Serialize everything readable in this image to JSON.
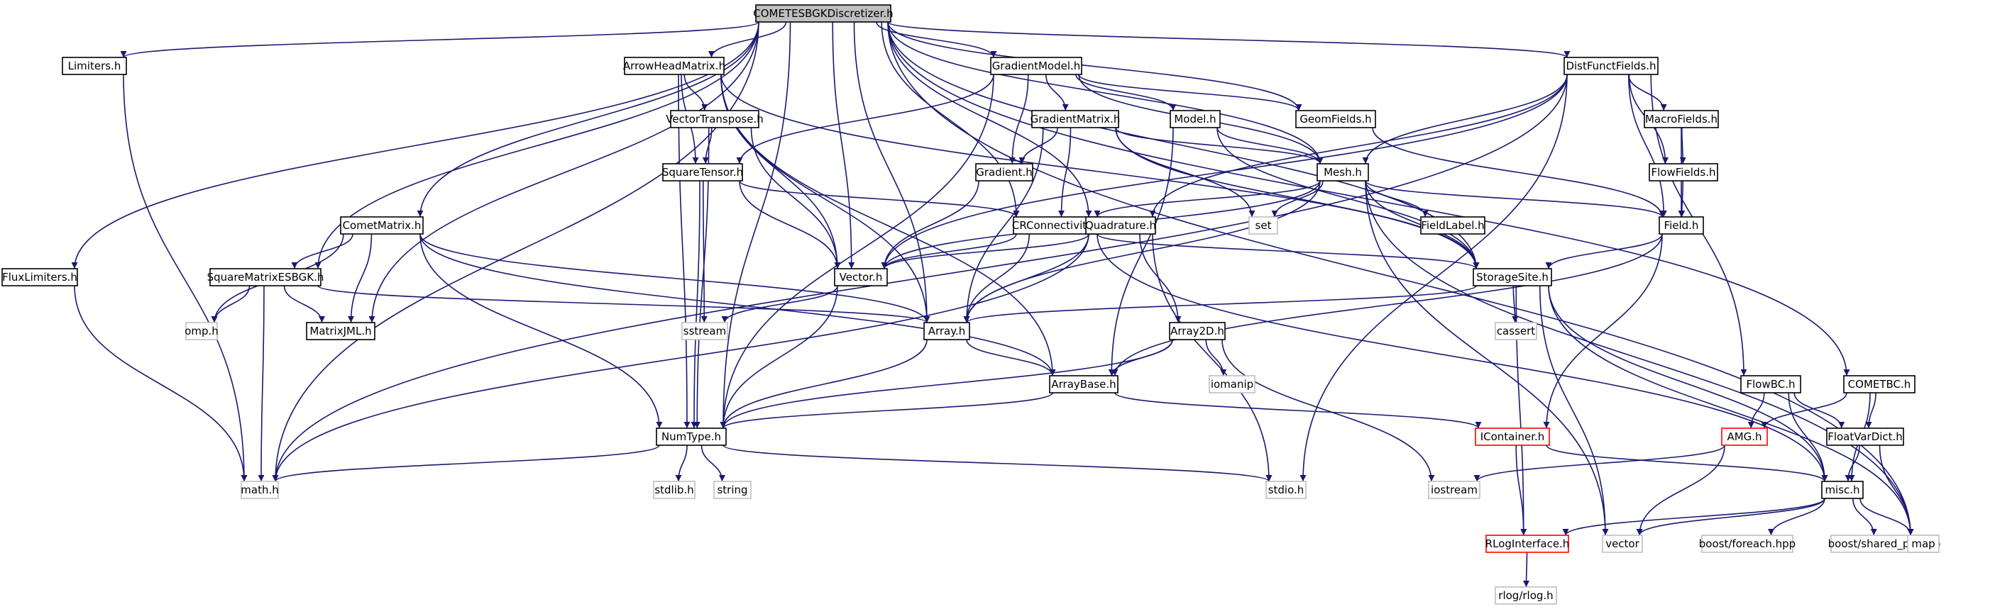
{
  "colors": {
    "edge": "#191970",
    "box_border": "#000000",
    "missing_border": "#bfbfbf",
    "red_border": "#ff0000",
    "root_fill": "#bfbfbf",
    "missing_text": "#000000"
  },
  "root_id": "root",
  "nodes": [
    {
      "id": "root",
      "label": "COMETESBGKDiscretizer.h",
      "style": "root"
    },
    {
      "id": "limiters",
      "label": "Limiters.h",
      "style": "normal"
    },
    {
      "id": "fluxlimiters",
      "label": "FluxLimiters.h",
      "style": "normal"
    },
    {
      "id": "arrowhead",
      "label": "ArrowHeadMatrix.h",
      "style": "normal"
    },
    {
      "id": "gradmodel",
      "label": "GradientModel.h",
      "style": "normal"
    },
    {
      "id": "distfunct",
      "label": "DistFunctFields.h",
      "style": "normal"
    },
    {
      "id": "vectranspose",
      "label": "VectorTranspose.h",
      "style": "normal"
    },
    {
      "id": "gradmatrix",
      "label": "GradientMatrix.h",
      "style": "normal"
    },
    {
      "id": "model",
      "label": "Model.h",
      "style": "normal"
    },
    {
      "id": "geomfields",
      "label": "GeomFields.h",
      "style": "normal"
    },
    {
      "id": "macrofields",
      "label": "MacroFields.h",
      "style": "normal"
    },
    {
      "id": "squaretensor",
      "label": "SquareTensor.h",
      "style": "normal"
    },
    {
      "id": "gradient",
      "label": "Gradient.h",
      "style": "normal"
    },
    {
      "id": "mesh",
      "label": "Mesh.h",
      "style": "normal"
    },
    {
      "id": "flowfields",
      "label": "FlowFields.h",
      "style": "normal"
    },
    {
      "id": "cometmatrix",
      "label": "CometMatrix.h",
      "style": "normal"
    },
    {
      "id": "crconn",
      "label": "CRConnectivity.h",
      "style": "normal"
    },
    {
      "id": "quadrature",
      "label": "Quadrature.h",
      "style": "normal"
    },
    {
      "id": "set",
      "label": "set",
      "style": "missing"
    },
    {
      "id": "fieldlabel",
      "label": "FieldLabel.h",
      "style": "normal"
    },
    {
      "id": "field",
      "label": "Field.h",
      "style": "normal"
    },
    {
      "id": "sqmatrix",
      "label": "SquareMatrixESBGK.h",
      "style": "normal"
    },
    {
      "id": "vector_h",
      "label": "Vector.h",
      "style": "normal"
    },
    {
      "id": "storagesite",
      "label": "StorageSite.h",
      "style": "normal"
    },
    {
      "id": "omp",
      "label": "omp.h",
      "style": "missing"
    },
    {
      "id": "matrixjml",
      "label": "MatrixJML.h",
      "style": "normal"
    },
    {
      "id": "sstream",
      "label": "sstream",
      "style": "missing"
    },
    {
      "id": "array",
      "label": "Array.h",
      "style": "normal"
    },
    {
      "id": "array2d",
      "label": "Array2D.h",
      "style": "normal"
    },
    {
      "id": "cassert",
      "label": "cassert",
      "style": "missing"
    },
    {
      "id": "iomanip",
      "label": "iomanip",
      "style": "missing"
    },
    {
      "id": "arraybase",
      "label": "ArrayBase.h",
      "style": "normal"
    },
    {
      "id": "flowbc",
      "label": "FlowBC.h",
      "style": "normal"
    },
    {
      "id": "cometbc",
      "label": "COMETBC.h",
      "style": "normal"
    },
    {
      "id": "numtype",
      "label": "NumType.h",
      "style": "normal"
    },
    {
      "id": "icontainer",
      "label": "IContainer.h",
      "style": "red"
    },
    {
      "id": "amg",
      "label": "AMG.h",
      "style": "red"
    },
    {
      "id": "floatvardict",
      "label": "FloatVarDict.h",
      "style": "normal"
    },
    {
      "id": "mathh",
      "label": "math.h",
      "style": "missing"
    },
    {
      "id": "stdlib",
      "label": "stdlib.h",
      "style": "missing"
    },
    {
      "id": "string",
      "label": "string",
      "style": "missing"
    },
    {
      "id": "stdio",
      "label": "stdio.h",
      "style": "missing"
    },
    {
      "id": "iostream",
      "label": "iostream",
      "style": "missing"
    },
    {
      "id": "misc",
      "label": "misc.h",
      "style": "normal"
    },
    {
      "id": "rloginterface",
      "label": "RLogInterface.h",
      "style": "red"
    },
    {
      "id": "vectorstd",
      "label": "vector",
      "style": "missing"
    },
    {
      "id": "foreach",
      "label": "boost/foreach.hpp",
      "style": "missing"
    },
    {
      "id": "sharedptr",
      "label": "boost/shared_ptr.hpp",
      "style": "missing"
    },
    {
      "id": "map",
      "label": "map",
      "style": "missing"
    },
    {
      "id": "rlog",
      "label": "rlog/rlog.h",
      "style": "missing"
    }
  ],
  "edges": [
    [
      "root",
      "limiters"
    ],
    [
      "root",
      "fluxlimiters"
    ],
    [
      "root",
      "arrowhead"
    ],
    [
      "root",
      "gradmodel"
    ],
    [
      "root",
      "distfunct"
    ],
    [
      "root",
      "geomfields"
    ],
    [
      "root",
      "cometmatrix"
    ],
    [
      "root",
      "sqmatrix"
    ],
    [
      "root",
      "matrixjml"
    ],
    [
      "root",
      "vector_h"
    ],
    [
      "root",
      "array"
    ],
    [
      "root",
      "numtype"
    ],
    [
      "root",
      "mathh"
    ],
    [
      "root",
      "crconn"
    ],
    [
      "root",
      "quadrature"
    ],
    [
      "root",
      "storagesite"
    ],
    [
      "root",
      "cometbc"
    ],
    [
      "root",
      "map"
    ],
    [
      "root",
      "mesh"
    ],
    [
      "limiters",
      "mathh"
    ],
    [
      "fluxlimiters",
      "mathh"
    ],
    [
      "arrowhead",
      "vectranspose"
    ],
    [
      "arrowhead",
      "squaretensor"
    ],
    [
      "arrowhead",
      "vector_h"
    ],
    [
      "arrowhead",
      "array"
    ],
    [
      "arrowhead",
      "arraybase"
    ],
    [
      "arrowhead",
      "numtype"
    ],
    [
      "arrowhead",
      "storagesite"
    ],
    [
      "vectranspose",
      "squaretensor"
    ],
    [
      "vectranspose",
      "vector_h"
    ],
    [
      "vectranspose",
      "numtype"
    ],
    [
      "squaretensor",
      "vector_h"
    ],
    [
      "squaretensor",
      "numtype"
    ],
    [
      "squaretensor",
      "sstream"
    ],
    [
      "squaretensor",
      "crconn"
    ],
    [
      "gradmodel",
      "gradmatrix"
    ],
    [
      "gradmodel",
      "model"
    ],
    [
      "gradmodel",
      "geomfields"
    ],
    [
      "gradmodel",
      "mesh"
    ],
    [
      "gradmodel",
      "gradient"
    ],
    [
      "gradmodel",
      "squaretensor"
    ],
    [
      "gradmodel",
      "numtype"
    ],
    [
      "gradmatrix",
      "gradient"
    ],
    [
      "gradmatrix",
      "mesh"
    ],
    [
      "gradmatrix",
      "crconn"
    ],
    [
      "gradmatrix",
      "array"
    ],
    [
      "gradmatrix",
      "storagesite"
    ],
    [
      "gradmatrix",
      "set"
    ],
    [
      "model",
      "mesh"
    ],
    [
      "model",
      "arraybase"
    ],
    [
      "model",
      "storagesite"
    ],
    [
      "geomfields",
      "field"
    ],
    [
      "gradient",
      "vector_h"
    ],
    [
      "mesh",
      "set"
    ],
    [
      "mesh",
      "fieldlabel"
    ],
    [
      "mesh",
      "field"
    ],
    [
      "mesh",
      "storagesite"
    ],
    [
      "mesh",
      "vector_h"
    ],
    [
      "mesh",
      "array"
    ],
    [
      "mesh",
      "crconn"
    ],
    [
      "mesh",
      "map"
    ],
    [
      "mesh",
      "vectorstd"
    ],
    [
      "distfunct",
      "macrofields"
    ],
    [
      "distfunct",
      "flowfields"
    ],
    [
      "distfunct",
      "field"
    ],
    [
      "distfunct",
      "mesh"
    ],
    [
      "distfunct",
      "quadrature"
    ],
    [
      "distfunct",
      "flowbc"
    ],
    [
      "distfunct",
      "vector_h"
    ],
    [
      "distfunct",
      "mathh"
    ],
    [
      "distfunct",
      "stdio"
    ],
    [
      "macrofields",
      "flowfields"
    ],
    [
      "macrofields",
      "field"
    ],
    [
      "flowfields",
      "field"
    ],
    [
      "field",
      "storagesite"
    ],
    [
      "field",
      "arraybase"
    ],
    [
      "field",
      "icontainer"
    ],
    [
      "cometmatrix",
      "sqmatrix"
    ],
    [
      "cometmatrix",
      "matrixjml"
    ],
    [
      "cometmatrix",
      "omp"
    ],
    [
      "cometmatrix",
      "array"
    ],
    [
      "cometmatrix",
      "arraybase"
    ],
    [
      "cometmatrix",
      "numtype"
    ],
    [
      "sqmatrix",
      "omp"
    ],
    [
      "sqmatrix",
      "matrixjml"
    ],
    [
      "sqmatrix",
      "mathh"
    ],
    [
      "sqmatrix",
      "array"
    ],
    [
      "crconn",
      "vector_h"
    ],
    [
      "crconn",
      "array"
    ],
    [
      "crconn",
      "storagesite"
    ],
    [
      "crconn",
      "misc"
    ],
    [
      "quadrature",
      "vector_h"
    ],
    [
      "quadrature",
      "array"
    ],
    [
      "quadrature",
      "array2d"
    ],
    [
      "quadrature",
      "stdio"
    ],
    [
      "quadrature",
      "mathh"
    ],
    [
      "vector_h",
      "numtype"
    ],
    [
      "vector_h",
      "sstream"
    ],
    [
      "storagesite",
      "array"
    ],
    [
      "storagesite",
      "cassert"
    ],
    [
      "storagesite",
      "vectorstd"
    ],
    [
      "storagesite",
      "map"
    ],
    [
      "storagesite",
      "misc"
    ],
    [
      "storagesite",
      "rloginterface"
    ],
    [
      "array",
      "arraybase"
    ],
    [
      "array",
      "numtype"
    ],
    [
      "array2d",
      "arraybase"
    ],
    [
      "array2d",
      "iomanip"
    ],
    [
      "array2d",
      "numtype"
    ],
    [
      "array2d",
      "iostream"
    ],
    [
      "arraybase",
      "numtype"
    ],
    [
      "arraybase",
      "icontainer"
    ],
    [
      "numtype",
      "mathh"
    ],
    [
      "numtype",
      "stdlib"
    ],
    [
      "numtype",
      "string"
    ],
    [
      "numtype",
      "stdio"
    ],
    [
      "icontainer",
      "rloginterface"
    ],
    [
      "icontainer",
      "misc"
    ],
    [
      "flowbc",
      "amg"
    ],
    [
      "flowbc",
      "floatvardict"
    ],
    [
      "flowbc",
      "misc"
    ],
    [
      "cometbc",
      "amg"
    ],
    [
      "cometbc",
      "floatvardict"
    ],
    [
      "cometbc",
      "misc"
    ],
    [
      "amg",
      "iostream"
    ],
    [
      "amg",
      "vectorstd"
    ],
    [
      "floatvardict",
      "misc"
    ],
    [
      "floatvardict",
      "map"
    ],
    [
      "misc",
      "rloginterface"
    ],
    [
      "misc",
      "vectorstd"
    ],
    [
      "misc",
      "foreach"
    ],
    [
      "misc",
      "sharedptr"
    ],
    [
      "misc",
      "map"
    ],
    [
      "rloginterface",
      "rlog"
    ]
  ]
}
